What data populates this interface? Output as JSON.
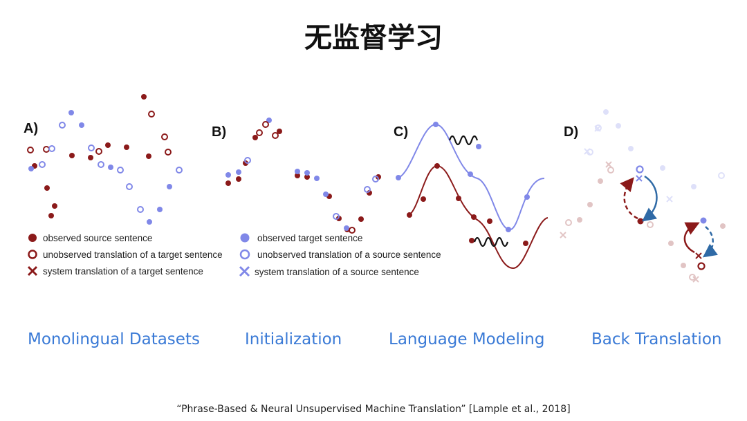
{
  "title": "无监督学习",
  "panels": [
    {
      "letter": "A)"
    },
    {
      "letter": "B)"
    },
    {
      "letter": "C)"
    },
    {
      "letter": "D)"
    }
  ],
  "legend": {
    "observed_source": "observed source sentence",
    "unobserved_translation_target": "unobserved translation of a target sentence",
    "system_translation_target": "system translation of a target sentence",
    "observed_target": "observed target sentence",
    "unobserved_translation_source": "unobserved  translation of a source sentence",
    "system_translation_source": "system translation of a source sentence"
  },
  "captions": {
    "monolingual": "Monolingual  Datasets",
    "initialization": "Initialization",
    "language_modeling": "Language Modeling",
    "back_translation": "Back Translation"
  },
  "citation": "“Phrase-Based & Neural Unsupervised Machine Translation”  [Lample et al., 2018]",
  "colors": {
    "source": "#8b1a1a",
    "target": "#8088e8",
    "caption": "#3a7ad6",
    "arrow_blue": "#2f6aa6"
  }
}
